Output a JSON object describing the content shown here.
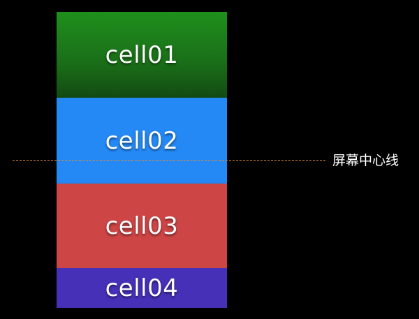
{
  "cells": [
    {
      "label": "cell01",
      "color": "#1a6e18"
    },
    {
      "label": "cell02",
      "color": "#2589f5"
    },
    {
      "label": "cell03",
      "color": "#cd4545"
    },
    {
      "label": "cell04",
      "color": "#4630b8"
    }
  ],
  "center_line": {
    "label": "屏幕中心线",
    "color": "#e08a3c"
  }
}
